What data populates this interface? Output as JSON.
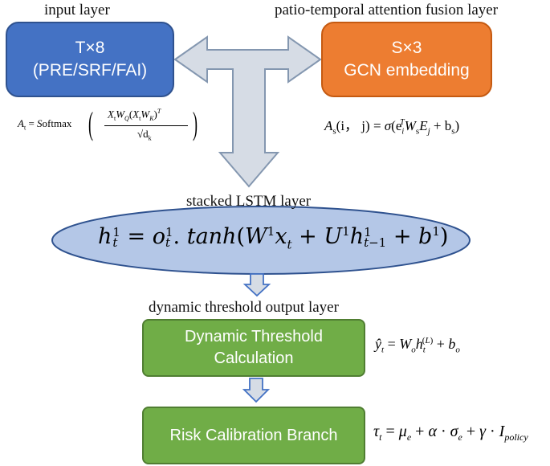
{
  "input_layer": {
    "title": "input layer",
    "box_line1": "T×8",
    "box_line2": "(PRE/SRF/FAI)",
    "colors": {
      "fill": "#4472c4",
      "border": "#2f528f"
    }
  },
  "fusion_layer": {
    "title": "patio-temporal attention fusion layer",
    "box_line1": "S×3",
    "box_line2": "GCN embedding",
    "colors": {
      "fill": "#ed7d31",
      "border": "#c55a11"
    }
  },
  "lstm_layer": {
    "title": "stacked LSTM layer",
    "formula": "h_t^1 = o_t^1 . tanh(W^1 x_t + U^1 h_{t-1}^1 + b^1)",
    "colors": {
      "fill": "#b4c7e7",
      "border": "#2f528f"
    }
  },
  "output_layer": {
    "title": "dynamic threshold output layer",
    "box1_line1": "Dynamic Threshold",
    "box1_line2": "Calculation",
    "box2": "Risk Calibration Branch",
    "colors": {
      "fill": "#70ad47",
      "border": "#507e32"
    }
  },
  "formulas": {
    "attention": "A_t = Softmax((X_t W_Q (X_t W_K)^T) / sqrt(d_k))",
    "spatial": "A_s(i, j) = σ(e_i^T W_s E_j + b_s)",
    "threshold": "ŷ_t = W_o h_t^(L) + b_o",
    "calibration": "τ_t = μ_e + α·σ_e + γ·I_policy"
  },
  "arrow_color": "#d6dce5"
}
